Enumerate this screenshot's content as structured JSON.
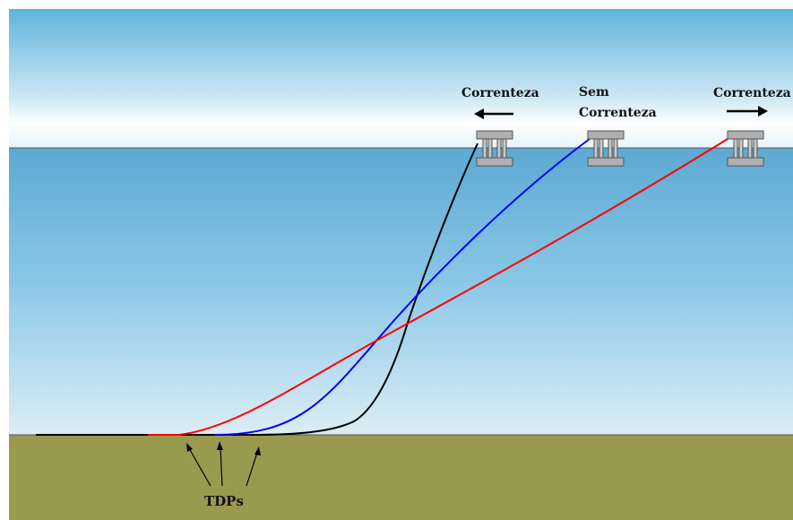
{
  "labels": {
    "left_current": "Correnteza",
    "no_current_line1": "Sem",
    "no_current_line2": "Correnteza",
    "right_current": "Correnteza",
    "tdps": "TDPs"
  },
  "colors": {
    "sky_top": "#5fb3dc",
    "sky_bottom": "#ffffff",
    "sea_top": "#5ca9d3",
    "sea_bottom": "#d9edf6",
    "seabed": "#9a9a4f",
    "line_left_current": "#000000",
    "line_no_current": "#0000ff",
    "line_right_current": "#ff0000",
    "platform_fill": "#b0b0b0",
    "platform_stroke": "#555555"
  },
  "icons": {
    "platform": "platform-icon",
    "arrow_left": "arrow-left-icon",
    "arrow_right": "arrow-right-icon",
    "pointer_arrow": "pointer-arrow-icon"
  }
}
